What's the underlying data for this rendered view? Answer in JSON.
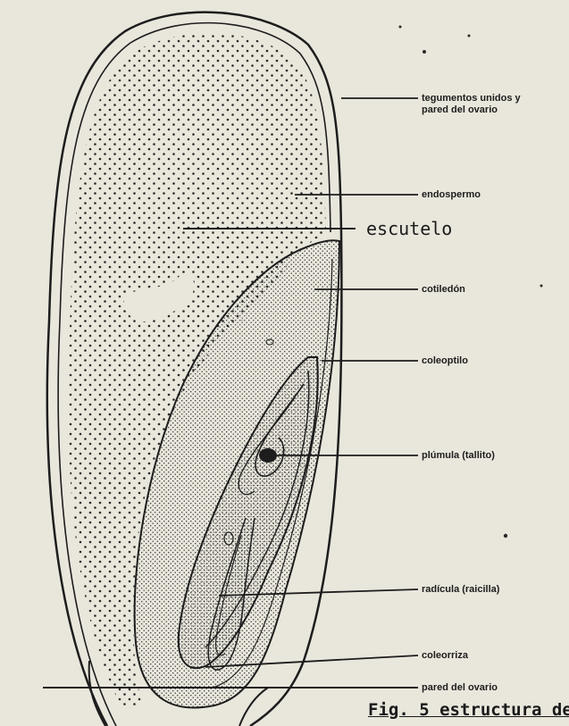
{
  "labels": {
    "tegumentos_line1": "tegumentos unidos y",
    "tegumentos_line2": "pared del ovario",
    "endospermo": "endospermo",
    "escutelo": "escutelo",
    "cotiledon": "cotiledón",
    "coleoptilo": "coleoptilo",
    "plumula": "plúmula (tallito)",
    "radicula": "radícula (raicilla)",
    "coleorriza": "coleorriza",
    "pared_ovario": "pared del ovario"
  },
  "caption": "Fig. 5 estructura de",
  "colors": {
    "paper": "#e9e6dc",
    "ink": "#1d1d1d",
    "stipple": "#2a2a2a"
  }
}
